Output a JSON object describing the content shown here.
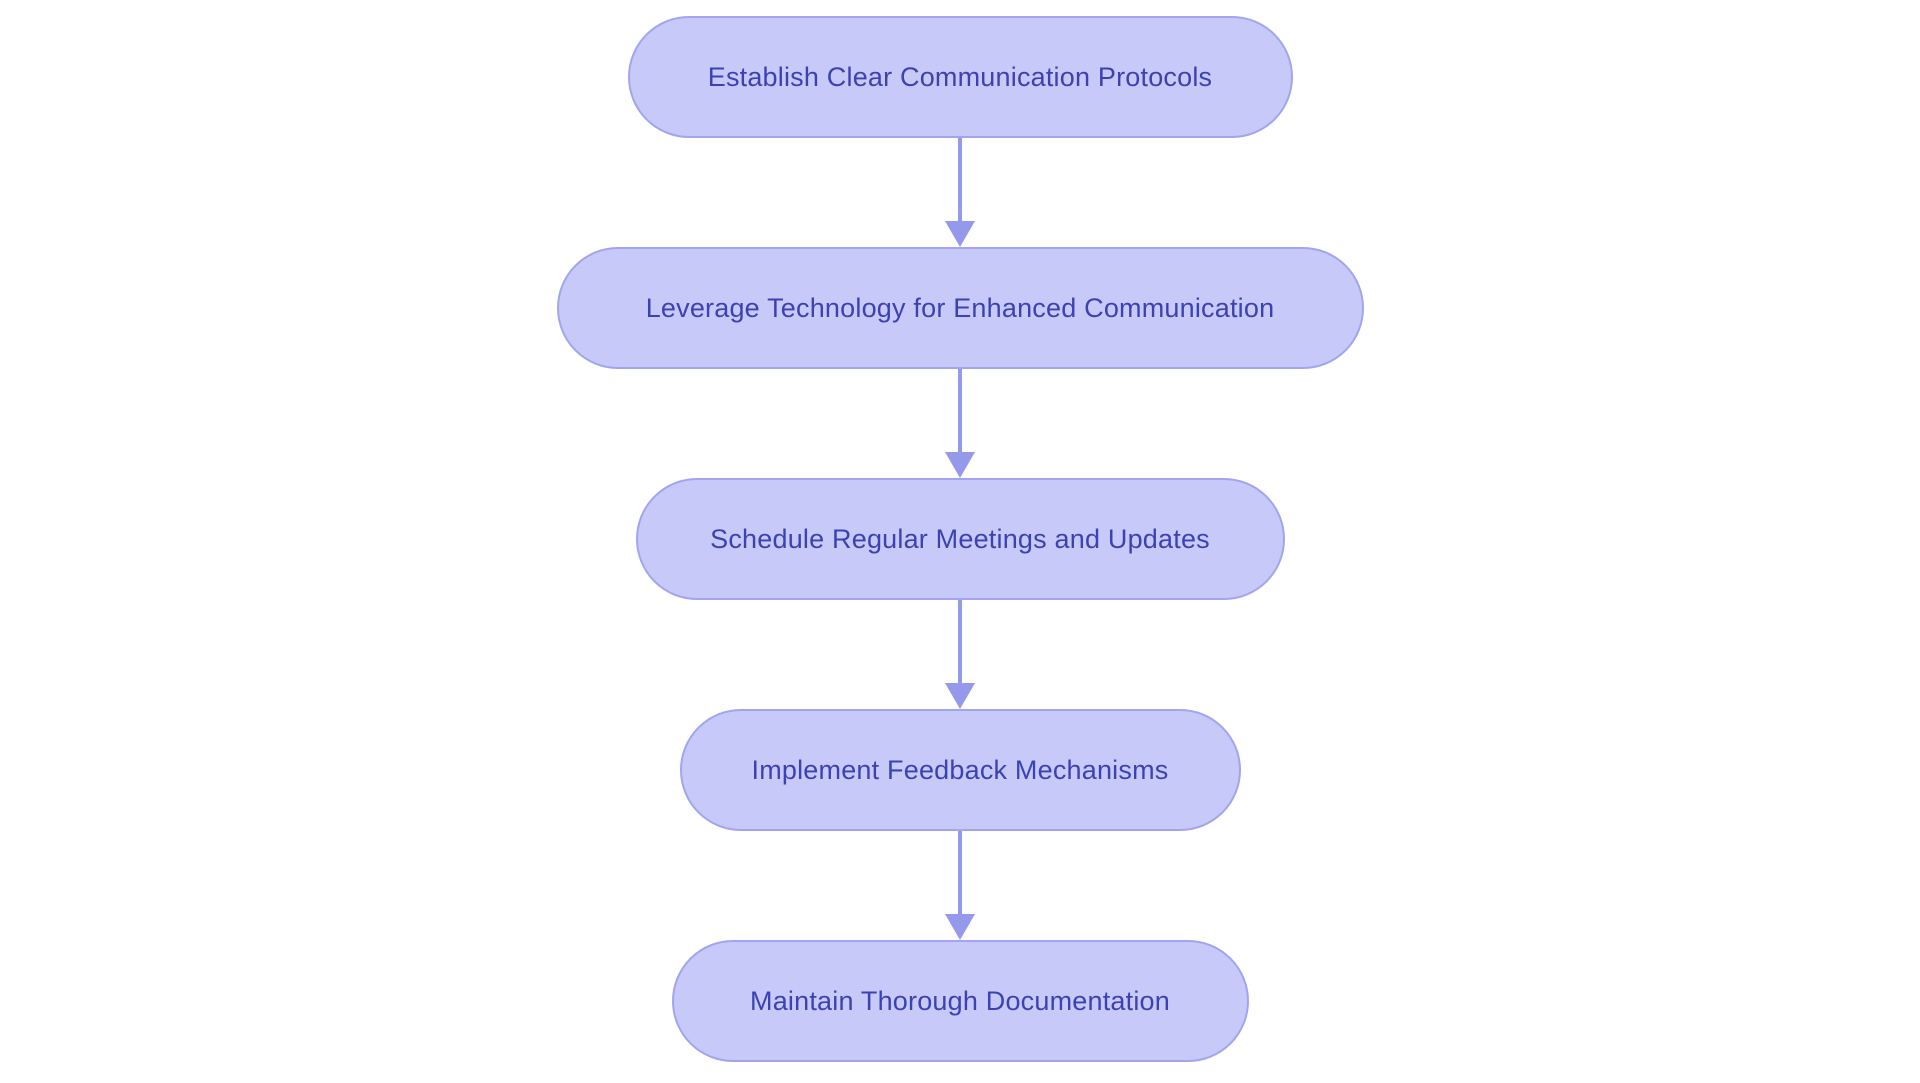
{
  "flowchart": {
    "type": "vertical-flow",
    "nodes": [
      {
        "id": "establish-protocols",
        "label": "Establish Clear Communication Protocols"
      },
      {
        "id": "leverage-technology",
        "label": "Leverage Technology for Enhanced Communication"
      },
      {
        "id": "schedule-meetings",
        "label": "Schedule Regular Meetings and Updates"
      },
      {
        "id": "implement-feedback",
        "label": "Implement Feedback Mechanisms"
      },
      {
        "id": "maintain-documentation",
        "label": "Maintain Thorough Documentation"
      }
    ],
    "connections": [
      {
        "from": "establish-protocols",
        "to": "leverage-technology",
        "style": "arrow-down"
      },
      {
        "from": "leverage-technology",
        "to": "schedule-meetings",
        "style": "arrow-down"
      },
      {
        "from": "schedule-meetings",
        "to": "implement-feedback",
        "style": "arrow-down"
      },
      {
        "from": "implement-feedback",
        "to": "maintain-documentation",
        "style": "arrow-down"
      }
    ]
  },
  "colors": {
    "background": "#ffffff",
    "node_fill": "#c7c9f8",
    "node_border": "#a2a5ee",
    "node_text": "#3d42b3",
    "arrow": "#9599ec"
  }
}
